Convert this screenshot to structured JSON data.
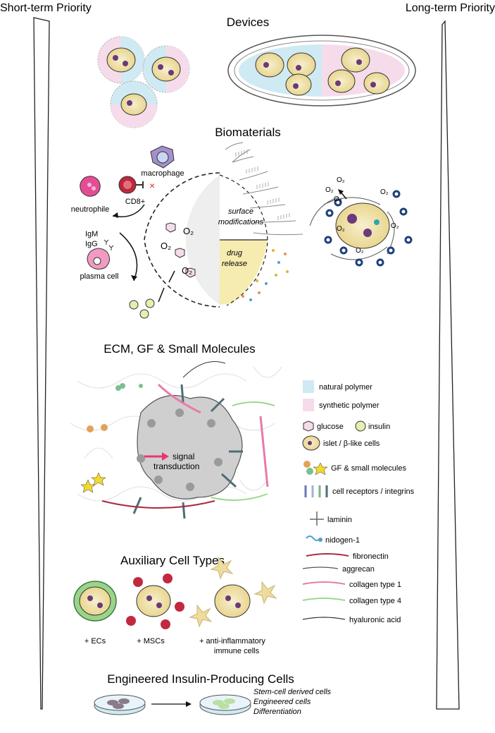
{
  "header": {
    "left": "Short-term Priority",
    "right": "Long-term Priority"
  },
  "sections": {
    "devices": "Devices",
    "biomaterials": "Biomaterials",
    "ecm": "ECM, GF & Small Molecules",
    "auxiliary": "Auxiliary Cell Types",
    "engineered": "Engineered Insulin-Producing Cells"
  },
  "biomaterials": {
    "macrophage": "macrophage",
    "neutrophile": "neutrophile",
    "cd8": "CD8+",
    "igm": "IgM",
    "igg": "IgG",
    "plasma_cell": "plasma cell",
    "surface_mod_1": "surface",
    "surface_mod_2": "modifications",
    "drug_release_1": "drug",
    "drug_release_2": "release",
    "o2": "O₂"
  },
  "ecm": {
    "signal_1": "signal",
    "signal_2": "transduction"
  },
  "legend": [
    {
      "key": "natural",
      "label": "natural polymer"
    },
    {
      "key": "synthetic",
      "label": "synthetic polymer"
    },
    {
      "key": "glucose",
      "label": "glucose"
    },
    {
      "key": "insulin",
      "label": "insulin"
    },
    {
      "key": "islet",
      "label": "islet / β-like cells"
    },
    {
      "key": "gf",
      "label": "GF & small molecules"
    },
    {
      "key": "receptors",
      "label": "cell receptors / integrins"
    },
    {
      "key": "laminin",
      "label": "laminin"
    },
    {
      "key": "nidogen",
      "label": "nidogen-1"
    },
    {
      "key": "fibronectin",
      "label": "fibronectin"
    },
    {
      "key": "aggrecan",
      "label": "aggrecan"
    },
    {
      "key": "collagen1",
      "label": "collagen type 1"
    },
    {
      "key": "collagen4",
      "label": "collagen type 4"
    },
    {
      "key": "hyaluronic",
      "label": "hyaluronic acid"
    }
  ],
  "auxiliary": {
    "ecs": "+ ECs",
    "mscs": "+ MSCs",
    "immune_1": "+ anti-inflammatory",
    "immune_2": "immune cells"
  },
  "engineered": {
    "line1": "Stem-cell derived cells",
    "line2": "Engineered cells",
    "line3": "Differentiation"
  },
  "colors": {
    "natural": "#cfeaf3",
    "synthetic": "#f6dcea",
    "islet": "#f4e3b0",
    "purple": "#6a3a7a",
    "red": "#c0263a",
    "pink": "#e85a9a"
  }
}
